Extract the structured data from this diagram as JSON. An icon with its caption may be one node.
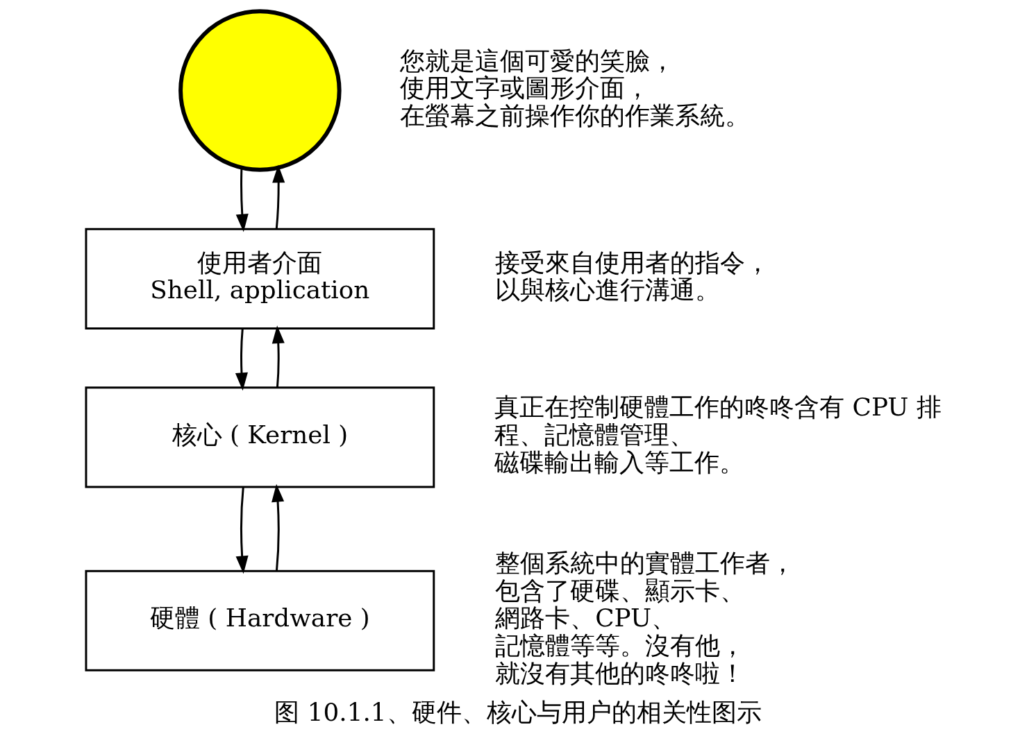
{
  "diagram": {
    "caption": "图 10.1.1、硬件、核心与用户的相关性图示",
    "nodes": [
      {
        "text": [],
        "shape": "circle",
        "beside": [
          "您就是這個可愛的笑臉，使用文字或圖形介面，在螢幕之前操作你的作業系統。"
        ]
      },
      {
        "text": [
          "使用者介面",
          "Shell, application"
        ],
        "beside": [
          "接受來自使用者的指令，以與核心進行溝通。"
        ]
      },
      {
        "text": [
          "核心 ( Kernel )"
        ],
        "beside": [
          "真正在控制硬體工作的咚咚含有 CPU 排程、記憶體管理、磁碟輸出輸入等工作。"
        ]
      },
      {
        "text": [
          "硬體 ( Hardware )"
        ],
        "beside": [
          "整個系統中的實體工作者，包含了硬碟、顯示卡、網路卡、CPU、記憶體等等。沒有他，就沒有其他的咚咚啦！"
        ]
      }
    ],
    "edges": [
      {
        "from": 0,
        "to": 1,
        "arrow": "to"
      },
      {
        "from": 1,
        "to": 0,
        "arrow": "to"
      },
      {
        "from": 1,
        "to": 2,
        "arrow": "to"
      },
      {
        "from": 2,
        "to": 1,
        "arrow": "to"
      },
      {
        "from": 2,
        "to": 3,
        "arrow": "to"
      },
      {
        "from": 3,
        "to": 2,
        "arrow": "to"
      }
    ]
  }
}
